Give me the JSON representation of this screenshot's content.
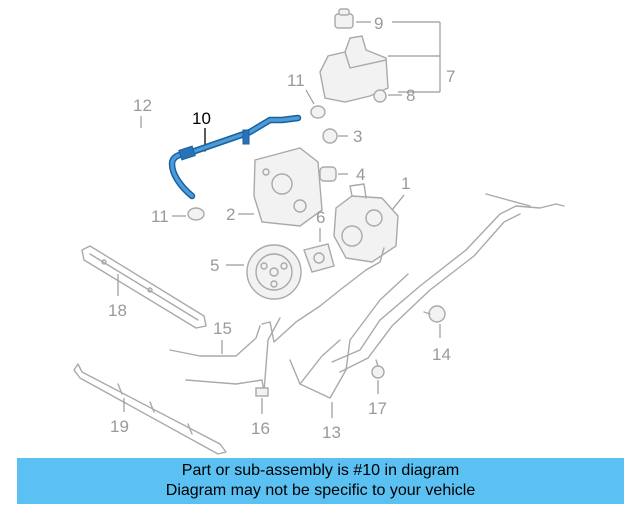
{
  "callouts": {
    "c1": "1",
    "c2": "2",
    "c3": "3",
    "c4": "4",
    "c5": "5",
    "c6": "6",
    "c7": "7",
    "c8": "8",
    "c9": "9",
    "c10": "10",
    "c11a": "11",
    "c11b": "11",
    "c12": "12",
    "c13": "13",
    "c14": "14",
    "c15": "15",
    "c16": "16",
    "c17": "17",
    "c18": "18",
    "c19": "19"
  },
  "highlighted_part": "10",
  "colors": {
    "highlight": "#1a5fa0",
    "banner": "#5bc0f2",
    "parts": "#a9a9a9"
  },
  "banner": {
    "line1": "Part or sub-assembly is #10 in diagram",
    "line2": "Diagram may not be specific to your vehicle"
  }
}
